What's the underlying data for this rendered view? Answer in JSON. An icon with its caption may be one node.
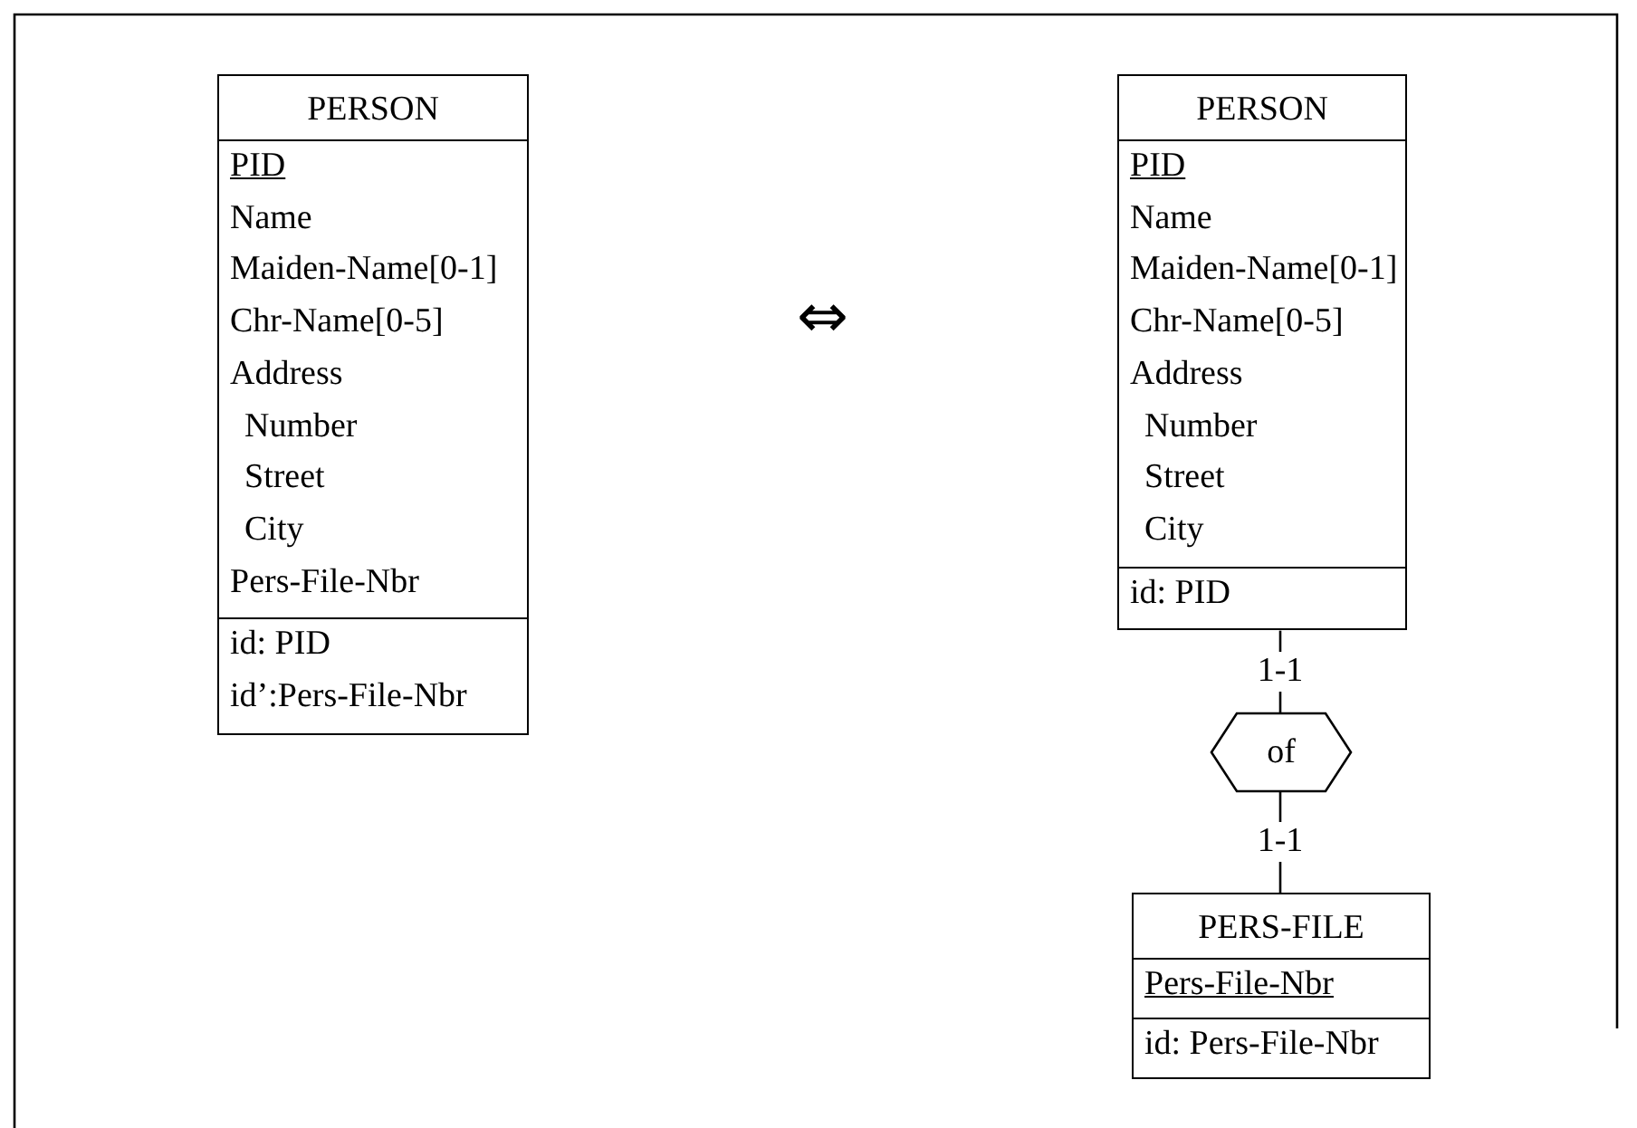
{
  "diagram": {
    "nodes": [
      {
        "text": [
          "PERSON",
          "PID",
          "Name",
          "Maiden-Name[0-1]",
          "Chr-Name[0-5]",
          "Address",
          "Number",
          "Street",
          "City",
          "Pers-File-Nbr",
          "id: PID",
          "id’:Pers-File-Nbr"
        ]
      },
      {
        "text": [
          "PERSON",
          "PID",
          "Name",
          "Maiden-Name[0-1]",
          "Chr-Name[0-5]",
          "Address",
          "Number",
          "Street",
          "City",
          "id: PID"
        ]
      },
      {
        "text": [
          "of"
        ]
      },
      {
        "text": [
          "PERS-FILE",
          "Pers-File-Nbr",
          "id: Pers-File-Nbr"
        ]
      }
    ],
    "edges": [
      {
        "from": 1,
        "to": 2,
        "arrow": "none",
        "label": "1-1"
      },
      {
        "from": 2,
        "to": 3,
        "arrow": "none",
        "label": "1-1"
      }
    ],
    "labels": [
      "⇔"
    ]
  }
}
